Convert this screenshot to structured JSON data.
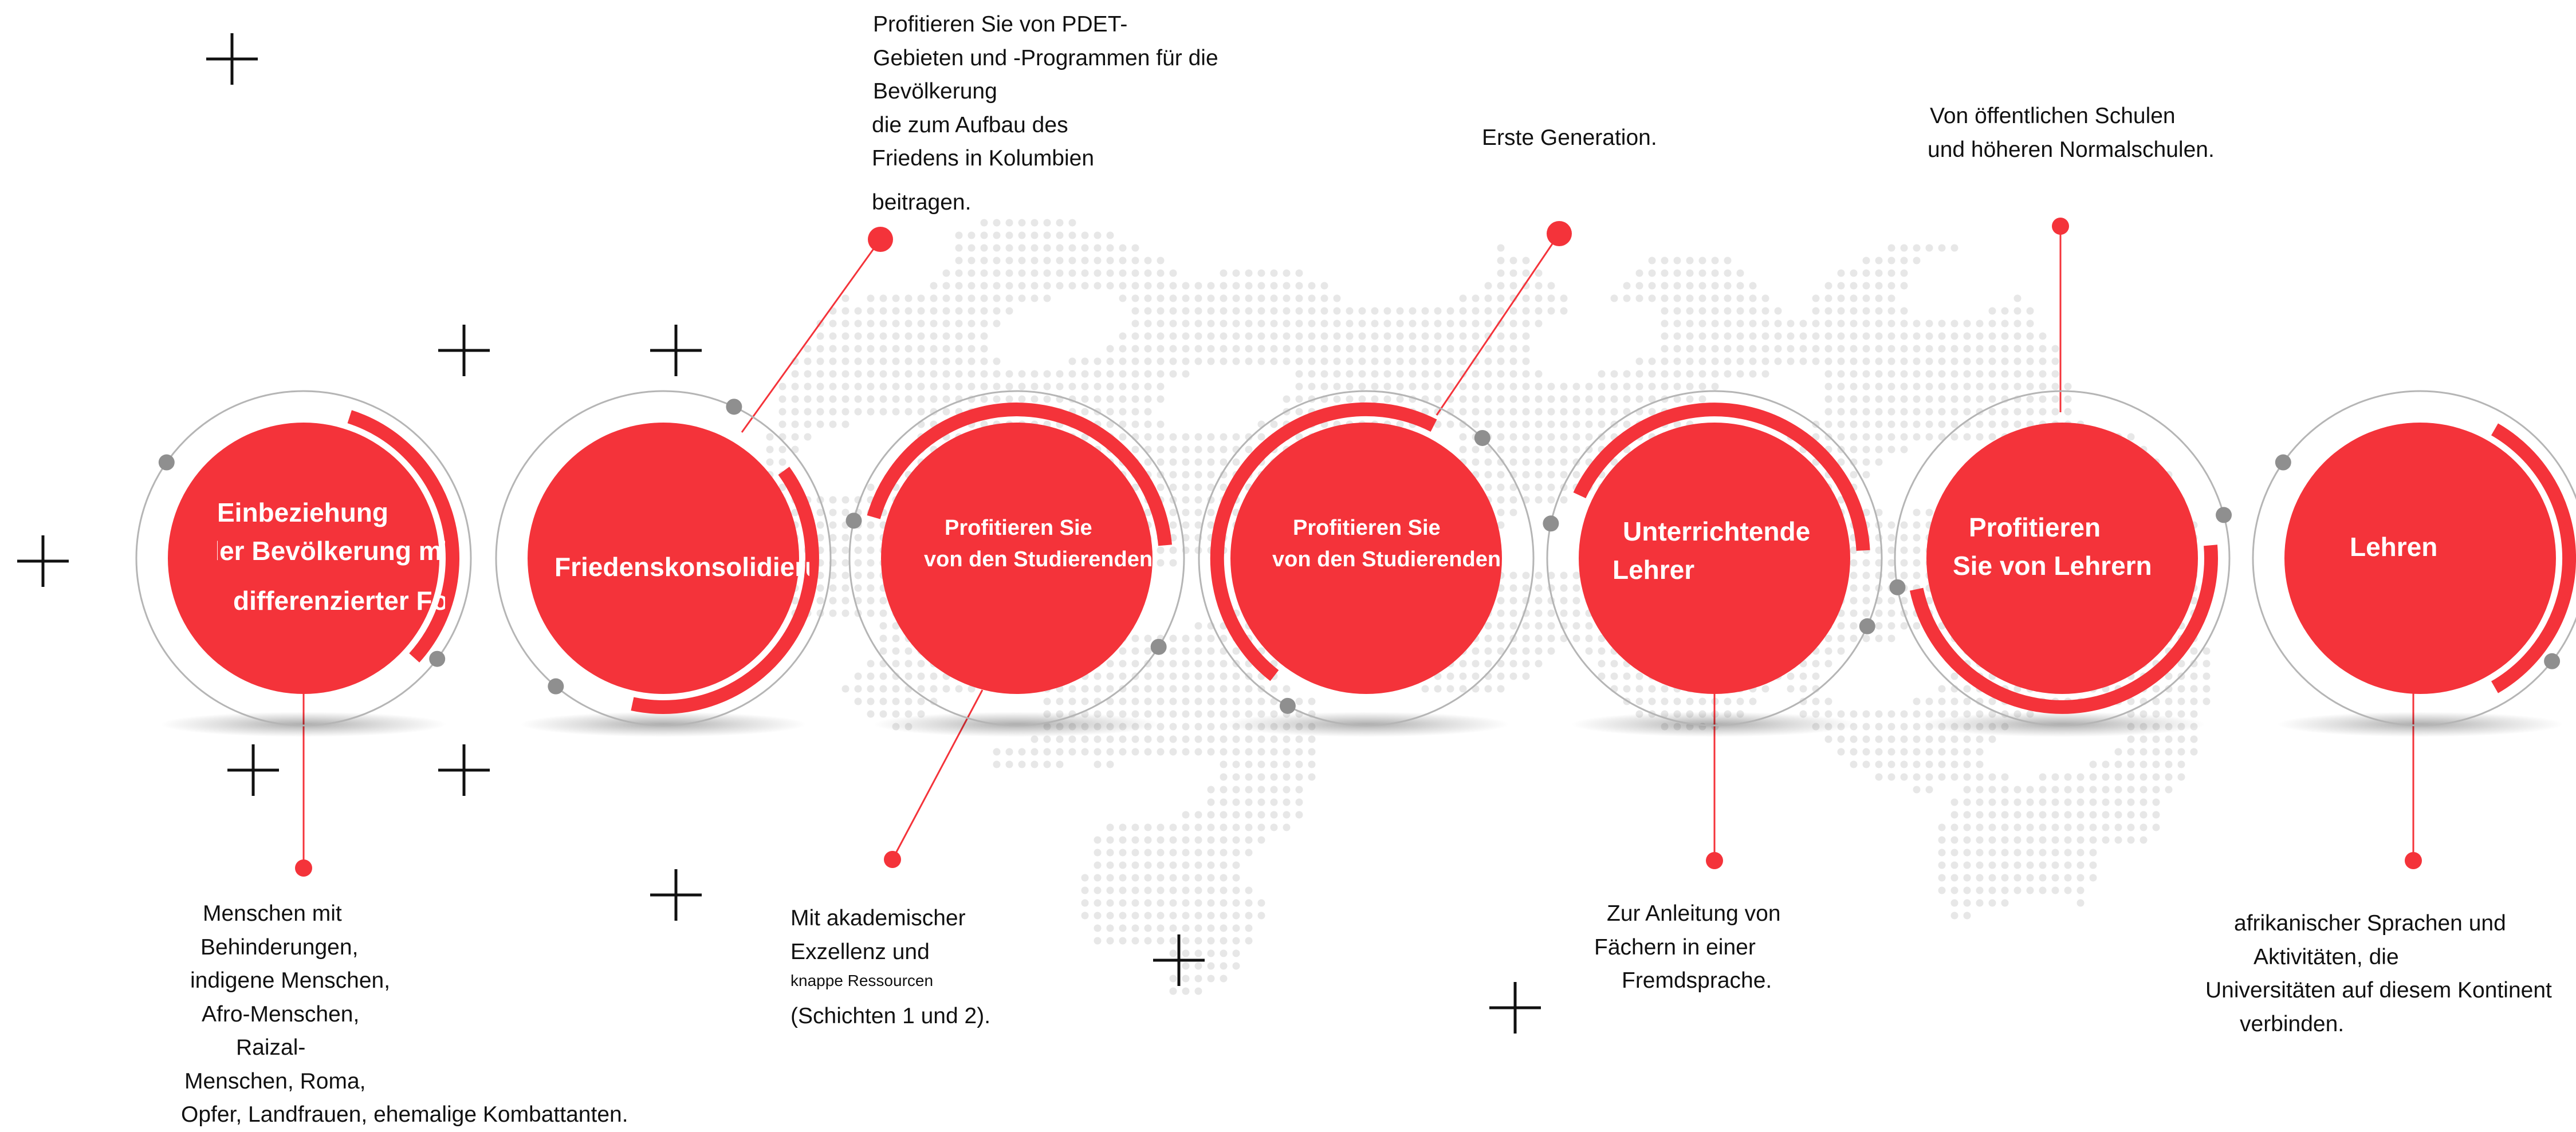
{
  "accent_color": "#f4333a",
  "track_gray": "#b5b5b5",
  "node_gray": "#8f8f8f",
  "steps": [
    {
      "id": "einbeziehung",
      "label_lines": [
        "Einbeziehung",
        "der Bevölkerung mit",
        "",
        "differenzierter Fokus"
      ],
      "callout_lines": [
        "Menschen mit",
        "Behinderungen,",
        "indigene Menschen,",
        "Afro-Menschen,",
        "Raizal-",
        "Menschen, Roma,",
        "Opfer, Landfrauen, ehemalige Kombattanten."
      ]
    },
    {
      "id": "friedenskonsolidierung",
      "label_lines": [
        "Friedenskonsolidierung"
      ],
      "callout_lines": [
        "Profitieren Sie von PDET-",
        "Gebieten und -Programmen für die",
        "Bevölkerung",
        "die zum Aufbau des",
        "Friedens in Kolumbien",
        "beitragen."
      ]
    },
    {
      "id": "studierende-1",
      "label_lines": [
        "Profitieren Sie",
        "von den Studierenden"
      ],
      "callout_lines": [
        "Mit akademischer",
        "Exzellenz und",
        "knappe Ressourcen",
        "(Schichten 1 und 2)."
      ]
    },
    {
      "id": "studierende-2",
      "label_lines": [
        "Profitieren Sie",
        "von den Studierenden"
      ],
      "callout_lines": [
        "Erste Generation."
      ]
    },
    {
      "id": "unterrichtende-lehrer",
      "label_lines": [
        "Unterrichtende",
        "Lehrer"
      ],
      "callout_lines": [
        "Zur Anleitung von",
        "Fächern in einer",
        "Fremdsprache."
      ]
    },
    {
      "id": "profitieren-lehrer",
      "label_lines": [
        "Profitieren",
        "Sie von Lehrern"
      ],
      "callout_lines": [
        "Von öffentlichen Schulen",
        "und höheren Normalschulen."
      ]
    },
    {
      "id": "lehren",
      "label_lines": [
        "Lehren"
      ],
      "callout_lines": [
        "afrikanischer Sprachen und",
        "Aktivitäten, die",
        "Universitäten auf diesem Kontinent",
        "verbinden."
      ]
    }
  ]
}
